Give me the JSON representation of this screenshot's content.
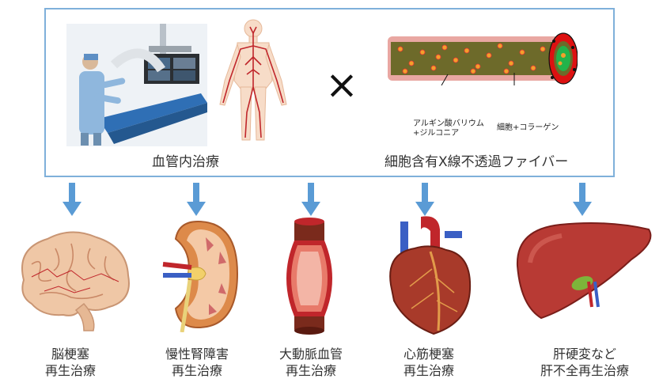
{
  "top": {
    "left_caption": "血管内治療",
    "times_symbol": "×",
    "right_caption": "細胞含有X線不透過ファイバー",
    "fiber_labels": {
      "outer_line1": "アルギン酸バリウム",
      "outer_line2": "+ジルコニア",
      "core": "細胞+コラーゲン"
    }
  },
  "targets": [
    {
      "line1": "脳梗塞",
      "line2": "再生治療",
      "icon": "brain-icon"
    },
    {
      "line1": "慢性腎障害",
      "line2": "再生治療",
      "icon": "kidney-icon"
    },
    {
      "line1": "大動脈血管",
      "line2": "再生治療",
      "icon": "aorta-icon"
    },
    {
      "line1": "心筋梗塞",
      "line2": "再生治療",
      "icon": "heart-icon"
    },
    {
      "line1": "肝硬変など",
      "line2": "肝不全再生治療",
      "icon": "liver-icon"
    }
  ],
  "colors": {
    "box_border": "#7fb0da",
    "arrow": "#5a9bd5",
    "vessel_red": "#c0262b",
    "fiber_green": "#6d6a2a"
  }
}
